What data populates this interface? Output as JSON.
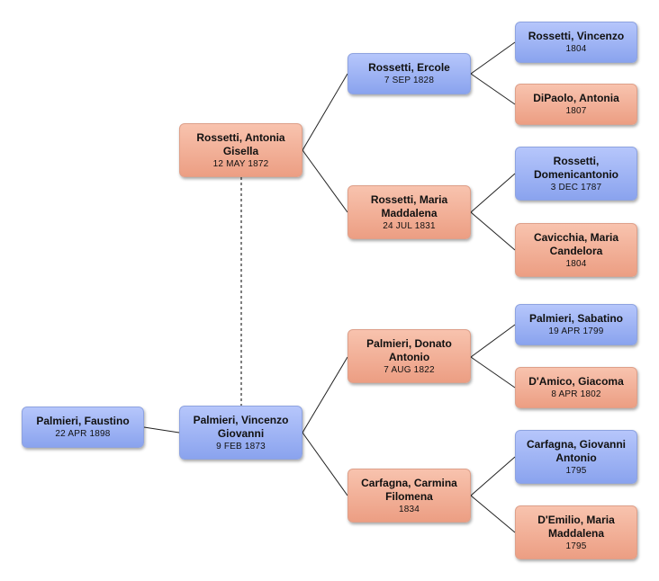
{
  "people": {
    "p1": {
      "name": "Palmieri, Faustino",
      "date": "22 APR 1898",
      "sex": "male"
    },
    "p2": {
      "name": "Palmieri, Vincenzo Giovanni",
      "date": "9 FEB 1873",
      "sex": "male"
    },
    "p3": {
      "name": "Rossetti, Antonia Gisella",
      "date": "12 MAY 1872",
      "sex": "female"
    },
    "p4": {
      "name": "Rossetti, Ercole",
      "date": "7 SEP 1828",
      "sex": "male"
    },
    "p5": {
      "name": "Rossetti, Maria Maddalena",
      "date": "24 JUL 1831",
      "sex": "female"
    },
    "p6": {
      "name": "Palmieri, Donato Antonio",
      "date": "7 AUG 1822",
      "sex": "female"
    },
    "p7": {
      "name": "Carfagna, Carmina Filomena",
      "date": "1834",
      "sex": "female"
    },
    "p8": {
      "name": "Rossetti, Vincenzo",
      "date": "1804",
      "sex": "male"
    },
    "p9": {
      "name": "DiPaolo, Antonia",
      "date": "1807",
      "sex": "female"
    },
    "p10": {
      "name": "Rossetti, Domenicantonio",
      "date": "3 DEC 1787",
      "sex": "male"
    },
    "p11": {
      "name": "Cavicchia, Maria Candelora",
      "date": "1804",
      "sex": "female"
    },
    "p12": {
      "name": "Palmieri, Sabatino",
      "date": "19 APR 1799",
      "sex": "male"
    },
    "p13": {
      "name": "D'Amico, Giacoma",
      "date": "8 APR 1802",
      "sex": "female"
    },
    "p14": {
      "name": "Carfagna, Giovanni Antonio",
      "date": "1795",
      "sex": "male"
    },
    "p15": {
      "name": "D'Emilio, Maria Maddalena",
      "date": "1795",
      "sex": "female"
    }
  }
}
